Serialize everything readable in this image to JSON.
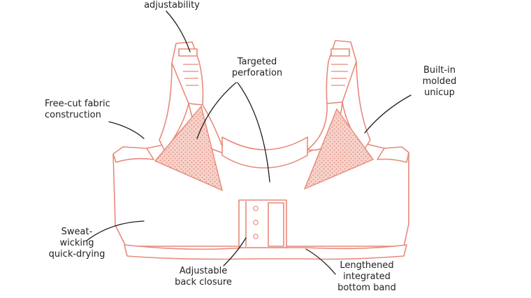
{
  "colors": {
    "outline": "#e8897a",
    "perforation_fill": "#f7d2ca",
    "perforation_dot": "#e08b7c",
    "leader": "#1f1f1f",
    "text": "#222222"
  },
  "labels": {
    "adjustability": {
      "lines": [
        "adjustability"
      ]
    },
    "targeted_perforation": {
      "lines": [
        "Targeted",
        "perforation"
      ]
    },
    "built_in_molded_unicup": {
      "lines": [
        "Built-in",
        "molded",
        "unicup"
      ]
    },
    "free_cut_fabric_construction": {
      "lines": [
        "Free-cut fabric",
        "construction"
      ]
    },
    "sweat_wicking_quick_drying": {
      "lines": [
        "Sweat-",
        "wicking",
        "quick-drying"
      ]
    },
    "adjustable_back_closure": {
      "lines": [
        "Adjustable",
        "back closure"
      ]
    },
    "lengthened_integrated_bottom_band": {
      "lines": [
        "Lengthened",
        "integrated",
        "bottom band"
      ]
    }
  }
}
